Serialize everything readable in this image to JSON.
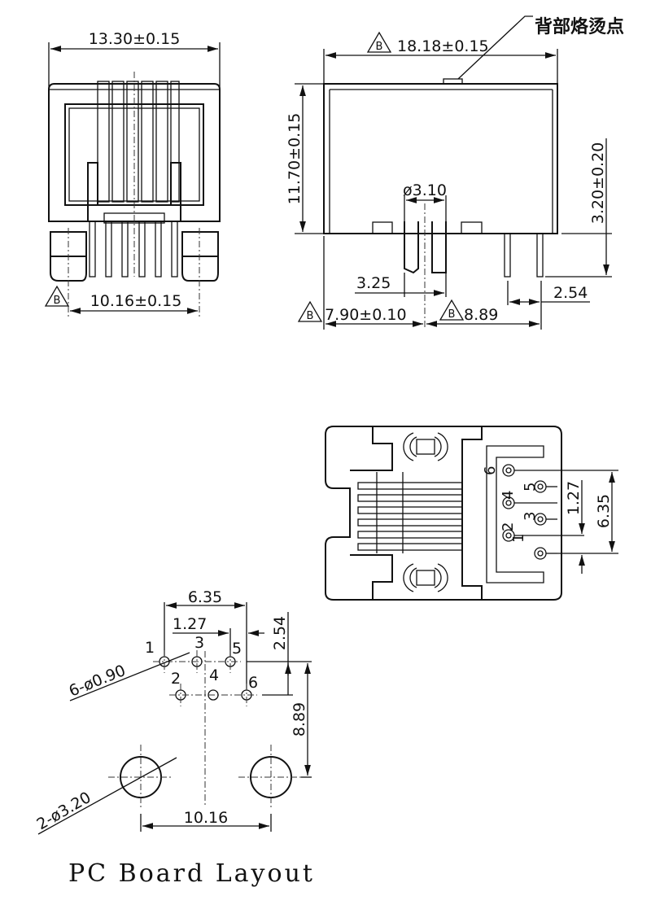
{
  "front_view": {
    "width_dim": "13.30±0.15",
    "pin_span_dim": "10.16±0.15",
    "datum_marker": "B"
  },
  "side_view": {
    "note_label": "背部烙烫点",
    "length_dim": "18.18±0.15",
    "height_dim": "11.70±0.15",
    "post_diameter_dim": "ø3.10",
    "pin_length_dim": "3.20±0.20",
    "post_offset_dim": "3.25",
    "pin_pitch_dim": "2.54",
    "front_to_post_dim": "7.90±0.10",
    "post_to_pin_dim": "8.89",
    "datum_marker": "B"
  },
  "bottom_view": {
    "pin_labels": [
      "1",
      "2",
      "3",
      "4",
      "5",
      "6"
    ],
    "pitch_dim": "1.27",
    "span_dim": "6.35"
  },
  "pcb_layout": {
    "title": "PC Board Layout",
    "pin_labels": [
      "1",
      "2",
      "3",
      "4",
      "5",
      "6"
    ],
    "span_dim": "6.35",
    "pitch_dim": "1.27",
    "row_offset_dim": "2.54",
    "post_row_dim": "8.89",
    "post_span_dim": "10.16",
    "small_hole_note": "6-ø0.90",
    "large_hole_note": "2-ø3.20"
  }
}
